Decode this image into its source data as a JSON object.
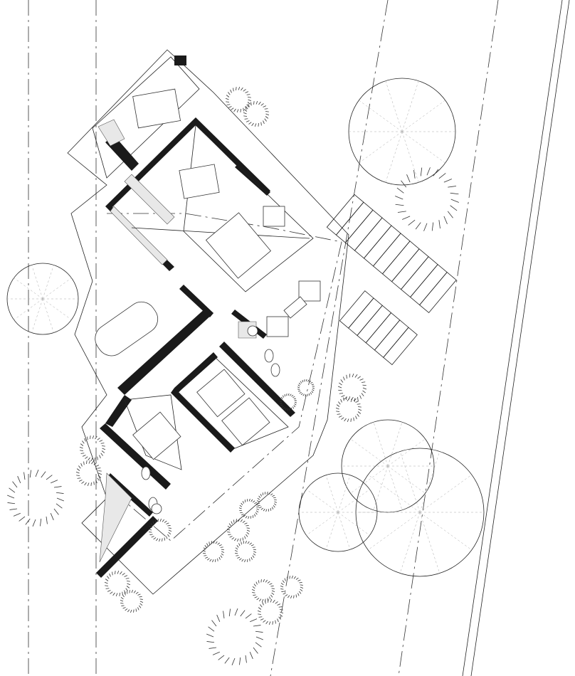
{
  "drawing": {
    "type": "architectural site floor plan",
    "colors": {
      "line": "#222222",
      "wall": "#1a1a1a",
      "background": "#ffffff",
      "fill": "#e8e8e8"
    },
    "elements": [
      "property-lines",
      "road",
      "house-walls",
      "dining-terrace",
      "living-room",
      "kitchen",
      "carport",
      "bedrooms",
      "bathrooms",
      "deck-stairs",
      "trees",
      "shrubs"
    ]
  }
}
